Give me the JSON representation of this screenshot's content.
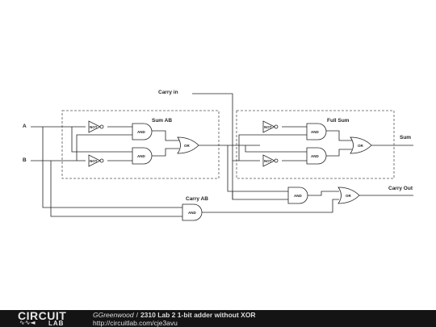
{
  "diagram": {
    "inputs": {
      "a": "A",
      "b": "B",
      "carry_in": "Carry in"
    },
    "outputs": {
      "sum": "Sum",
      "carry_out": "Carry Out"
    },
    "groups": {
      "sum_ab": "Sum AB",
      "full_sum": "Full Sum",
      "carry_ab": "Carry AB"
    },
    "gates": {
      "not": "NOT",
      "and": "AND",
      "or": "OR"
    }
  },
  "footer": {
    "logo_top": "CIRCUIT",
    "logo_bottom": "LAB",
    "logo_glyph": "∿∿◄",
    "author": "GGreenwood",
    "separator": "/",
    "title": "2310 Lab 2 1-bit adder without XOR",
    "url": "http://circuitlab.com/cje3avu"
  },
  "colors": {
    "footer_bg": "#141414",
    "footer_text": "#dddddd",
    "wire": "#222222"
  }
}
